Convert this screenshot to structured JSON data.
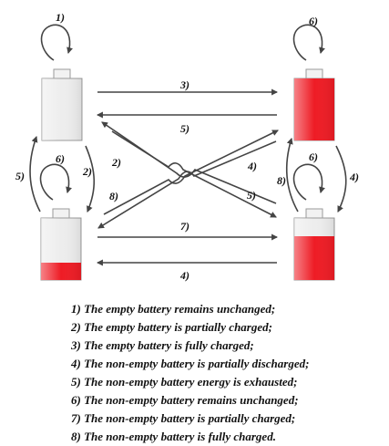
{
  "colors": {
    "battery_fill": "#ee1c25",
    "battery_empty": "#ededed",
    "arrow": "#444444"
  },
  "diagram": {
    "nodes": [
      {
        "id": "empty-full-box",
        "state": "empty battery (top-left)",
        "charge_fraction": 0.0
      },
      {
        "id": "full-battery",
        "state": "fully charged battery (top-right)",
        "charge_fraction": 1.0
      },
      {
        "id": "low-battery",
        "state": "low charge battery (bottom-left)",
        "charge_fraction": 0.28
      },
      {
        "id": "partial-battery",
        "state": "partially charged battery (bottom-right)",
        "charge_fraction": 0.7
      }
    ],
    "edge_labels": {
      "e1": "1)",
      "e6_tr": "6)",
      "e6_bl": "6)",
      "e6_br": "6)",
      "e3": "3)",
      "e5_top": "5)",
      "e5_left": "5)",
      "e2": "2)",
      "e2_cross": "2)",
      "e8_cross": "8)",
      "e4_cross": "4)",
      "e5_cross": "5)",
      "e8_right": "8)",
      "e4_right": "4)",
      "e7": "7)",
      "e4_bottom": "4)"
    }
  },
  "legend": [
    "1) The empty battery remains unchanged;",
    "2) The empty battery is partially charged;",
    "3) The empty battery is fully charged;",
    "4) The non-empty battery is partially discharged;",
    "5) The non-empty battery energy is exhausted;",
    "6) The non-empty battery remains unchanged;",
    "7) The non-empty battery is partially charged;",
    "8) The non-empty battery is fully charged."
  ]
}
